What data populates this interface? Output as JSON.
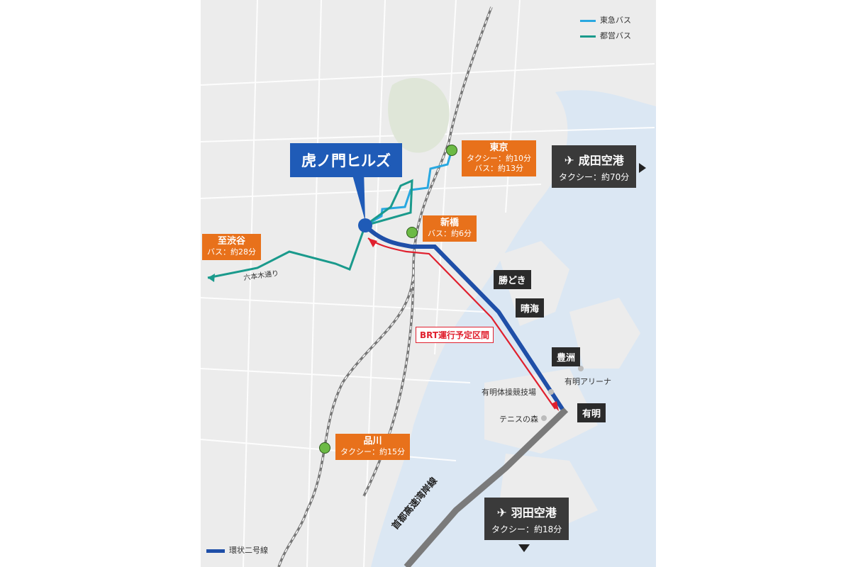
{
  "legend_top": [
    {
      "label": "東急バス",
      "color": "#29a8e0"
    },
    {
      "label": "都営バス",
      "color": "#1a9a8c"
    }
  ],
  "legend_bottom": {
    "label": "環状二号線",
    "color": "#1f4fa8"
  },
  "main_place": "虎ノ門ヒルズ",
  "stations": {
    "tokyo": {
      "name": "東京",
      "line1": "タクシー：約10分",
      "line2": "バス：約13分"
    },
    "shimbashi": {
      "name": "新橋",
      "line1": "バス：約6分"
    },
    "shibuya": {
      "name": "至渋谷",
      "line1": "バス：約28分"
    },
    "shinagawa": {
      "name": "品川",
      "line1": "タクシー：約15分"
    }
  },
  "airports": {
    "narita": {
      "name": "成田空港",
      "time": "タクシー：約70分"
    },
    "haneda": {
      "name": "羽田空港",
      "time": "タクシー：約18分"
    }
  },
  "districts": [
    "勝どき",
    "晴海",
    "豊洲",
    "有明"
  ],
  "pois": [
    "有明アリーナ",
    "有明体操競技場",
    "テニスの森"
  ],
  "roads": {
    "roppongi": "六本木通り",
    "expressway": "首都高速湾岸線"
  },
  "brt_label": "BRT運行予定区間",
  "icons": {
    "plane": "airplane-icon",
    "arrow": "triangle-right-icon"
  },
  "colors": {
    "brand_blue": "#1f5bb7",
    "orange": "#e8711b",
    "brt_red": "#e0202e",
    "water": "#dbe7f3"
  }
}
